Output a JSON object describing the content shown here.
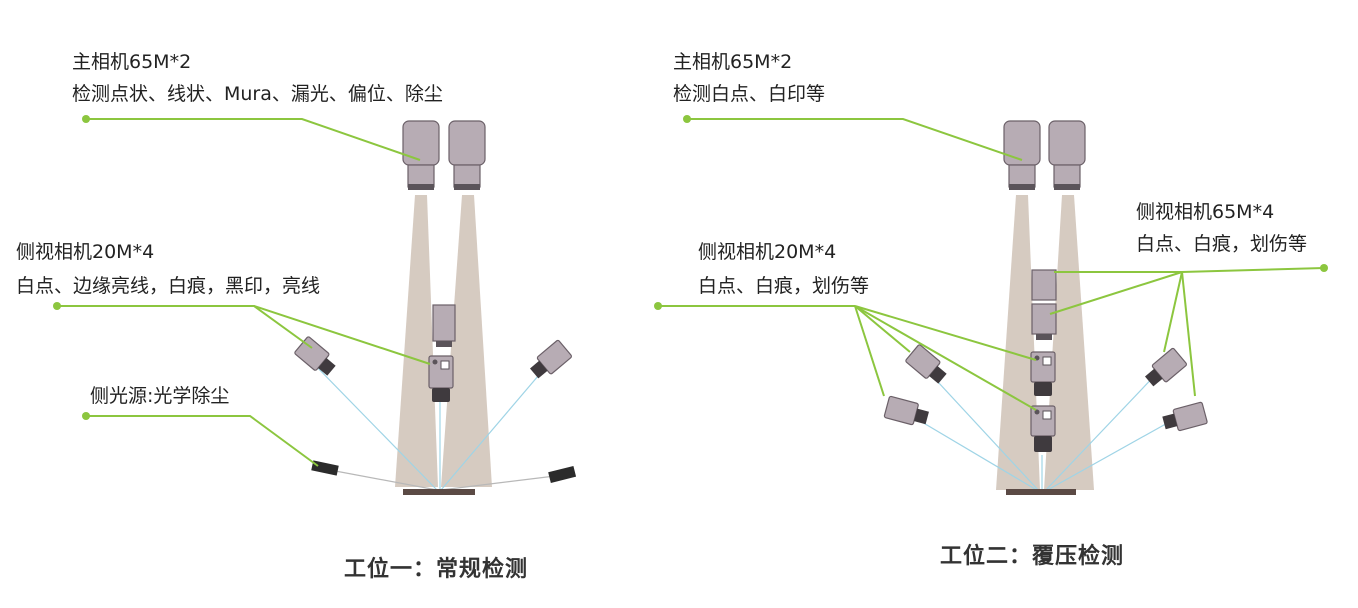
{
  "station1": {
    "main_camera_title": "主相机65M*2",
    "main_camera_desc": "检测点状、线状、Mura、漏光、偏位、除尘",
    "side_camera_title": "侧视相机20M*4",
    "side_camera_desc": "白点、边缘亮线，白痕，黑印，亮线",
    "side_light": "侧光源:光学除尘",
    "caption": "工位一：常规检测"
  },
  "station2": {
    "main_camera_title": "主相机65M*2",
    "main_camera_desc": "检测白点、白印等",
    "side_camera_20_title": "侧视相机20M*4",
    "side_camera_20_desc": "白点、白痕，划伤等",
    "side_camera_65_title": "侧视相机65M*4",
    "side_camera_65_desc": "白点、白痕，划伤等",
    "caption": "工位二：覆压检测"
  },
  "colors": {
    "leader": "#8cc63f",
    "beam": "#cfc2b6",
    "ray": "#9fd4e6",
    "camera_body": "#b7acb4",
    "panel": "#5b4a45"
  }
}
